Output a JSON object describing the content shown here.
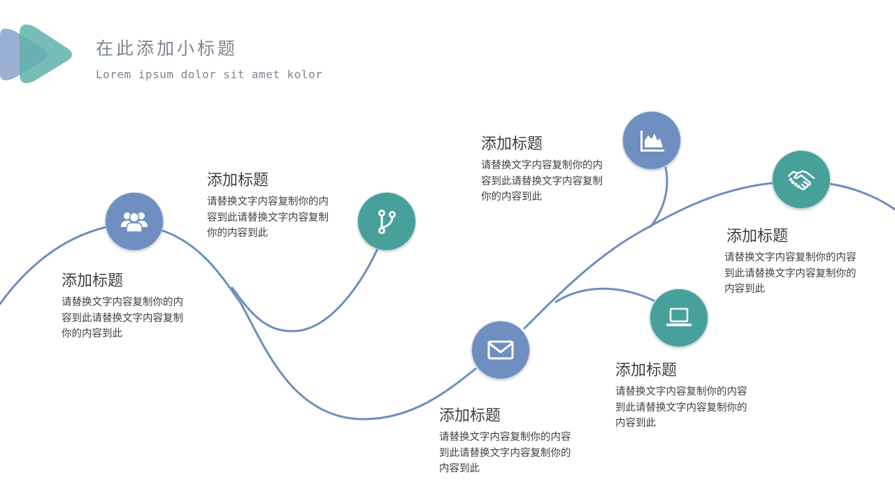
{
  "header": {
    "title": "在此添加小标题",
    "subtitle": "Lorem ipsum dolor sit amet kolor"
  },
  "colors": {
    "blue": "#6e8fbf",
    "teal": "#48a09b",
    "line": "#6d8ebd",
    "logo_back": "#8ea7cf",
    "logo_front": "#5fb0aa",
    "heading_text": "#3f3f3f",
    "body_text": "#404040",
    "title_text": "#7a8592"
  },
  "nodes": [
    {
      "icon": "users-icon",
      "color": "blue"
    },
    {
      "icon": "git-branch-icon",
      "color": "teal"
    },
    {
      "icon": "mail-icon",
      "color": "blue"
    },
    {
      "icon": "area-chart-icon",
      "color": "blue"
    },
    {
      "icon": "laptop-icon",
      "color": "teal"
    },
    {
      "icon": "handshake-icon",
      "color": "teal"
    }
  ],
  "items": [
    {
      "title": "添加标题",
      "lines": [
        "请替换文字内容复制你的内",
        "容到此请替换文字内容复制",
        "你的内容到此"
      ]
    },
    {
      "title": "添加标题",
      "lines": [
        "请替换文字内容复制你的内",
        "容到此请替换文字内容复制",
        "你的内容到此"
      ]
    },
    {
      "title": "添加标题",
      "lines": [
        "请替换文字内容复制你的内容",
        "到此请替换文字内容复制你的",
        "内容到此"
      ]
    },
    {
      "title": "添加标题",
      "lines": [
        "请替换文字内容复制你的内",
        "容到此请替换文字内容复制",
        "你的内容到此"
      ]
    },
    {
      "title": "添加标题",
      "lines": [
        "请替换文字内容复制你的内容",
        "到此请替换文字内容复制你的",
        "内容到此"
      ]
    },
    {
      "title": "添加标题",
      "lines": [
        "请替换文字内容复制你的内容",
        "到此请替换文字内容复制你的",
        "内容到此"
      ]
    }
  ]
}
